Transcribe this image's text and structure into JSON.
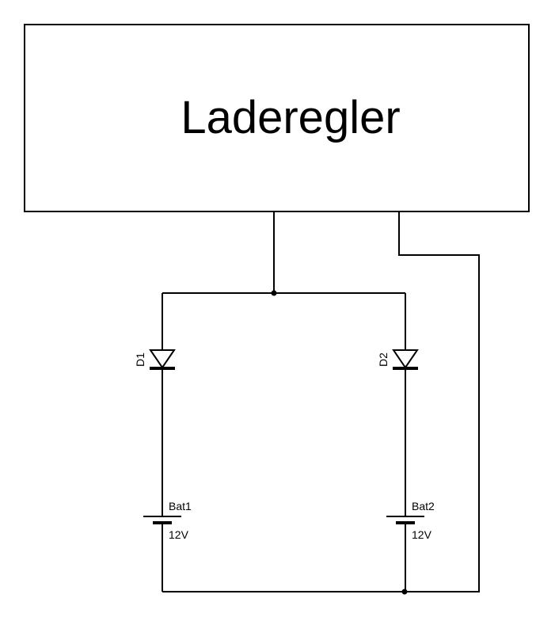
{
  "controller": {
    "title": "Laderegler"
  },
  "diodes": [
    {
      "label": "D1"
    },
    {
      "label": "D2"
    }
  ],
  "batteries": [
    {
      "label": "Bat1",
      "voltage": "12V"
    },
    {
      "label": "Bat2",
      "voltage": "12V"
    }
  ],
  "colors": {
    "stroke": "#000000",
    "background": "#ffffff"
  }
}
